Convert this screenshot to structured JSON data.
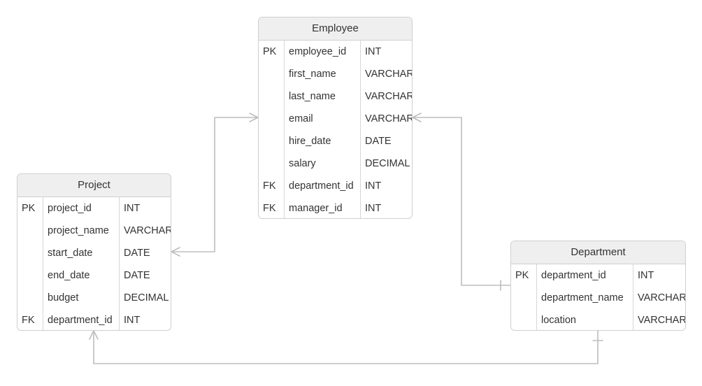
{
  "diagram": {
    "entities": [
      {
        "id": "employee",
        "name": "Employee",
        "attributes": [
          {
            "key": "PK",
            "name": "employee_id",
            "type": "INT"
          },
          {
            "key": "",
            "name": "first_name",
            "type": "VARCHAR"
          },
          {
            "key": "",
            "name": "last_name",
            "type": "VARCHAR"
          },
          {
            "key": "",
            "name": "email",
            "type": "VARCHAR"
          },
          {
            "key": "",
            "name": "hire_date",
            "type": "DATE"
          },
          {
            "key": "",
            "name": "salary",
            "type": "DECIMAL"
          },
          {
            "key": "FK",
            "name": "department_id",
            "type": "INT"
          },
          {
            "key": "FK",
            "name": "manager_id",
            "type": "INT"
          }
        ]
      },
      {
        "id": "project",
        "name": "Project",
        "attributes": [
          {
            "key": "PK",
            "name": "project_id",
            "type": "INT"
          },
          {
            "key": "",
            "name": "project_name",
            "type": "VARCHAR"
          },
          {
            "key": "",
            "name": "start_date",
            "type": "DATE"
          },
          {
            "key": "",
            "name": "end_date",
            "type": "DATE"
          },
          {
            "key": "",
            "name": "budget",
            "type": "DECIMAL"
          },
          {
            "key": "FK",
            "name": "department_id",
            "type": "INT"
          }
        ]
      },
      {
        "id": "department",
        "name": "Department",
        "attributes": [
          {
            "key": "PK",
            "name": "department_id",
            "type": "INT"
          },
          {
            "key": "",
            "name": "department_name",
            "type": "VARCHAR"
          },
          {
            "key": "",
            "name": "location",
            "type": "VARCHAR"
          }
        ]
      }
    ],
    "relationships": [
      {
        "from": "employee",
        "from_end": "many",
        "to": "project",
        "to_end": "many"
      },
      {
        "from": "employee",
        "from_end": "many",
        "to": "department",
        "to_end": "one"
      },
      {
        "from": "project",
        "from_end": "many",
        "to": "department",
        "to_end": "one"
      }
    ],
    "colors": {
      "border": "#cfcfcf",
      "header_bg": "#efefef",
      "connector": "#bdbdbd",
      "text": "#333333"
    }
  }
}
